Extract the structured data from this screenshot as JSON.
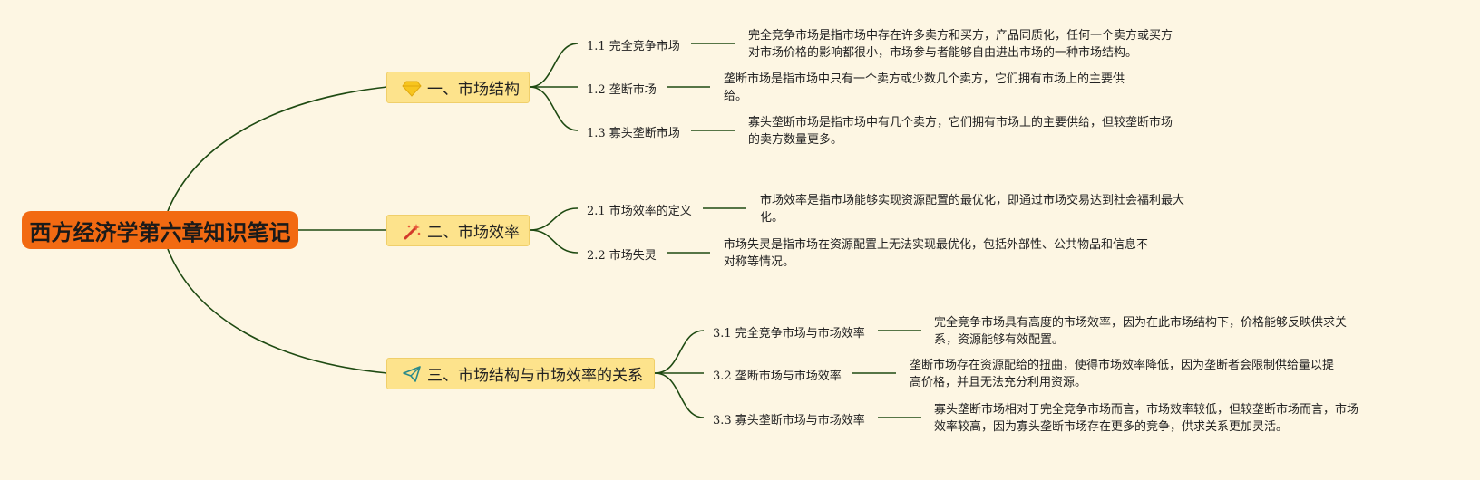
{
  "root": {
    "title": "西方经济学第六章知识笔记"
  },
  "branches": [
    {
      "label": "一、市场结构",
      "icon": "diamond-icon",
      "leaves": [
        {
          "label": "1.1 完全竞争市场",
          "note": "完全竞争市场是指市场中存在许多卖方和买方，产品同质化，任何一个卖方或买方对市场价格的影响都很小，市场参与者能够自由进出市场的一种市场结构。"
        },
        {
          "label": "1.2 垄断市场",
          "note": "垄断市场是指市场中只有一个卖方或少数几个卖方，它们拥有市场上的主要供给。"
        },
        {
          "label": "1.3 寡头垄断市场",
          "note": "寡头垄断市场是指市场中有几个卖方，它们拥有市场上的主要供给，但较垄断市场的卖方数量更多。"
        }
      ]
    },
    {
      "label": "二、市场效率",
      "icon": "magic-wand-icon",
      "leaves": [
        {
          "label": "2.1 市场效率的定义",
          "note": "市场效率是指市场能够实现资源配置的最优化，即通过市场交易达到社会福利最大化。"
        },
        {
          "label": "2.2 市场失灵",
          "note": "市场失灵是指市场在资源配置上无法实现最优化，包括外部性、公共物品和信息不对称等情况。"
        }
      ]
    },
    {
      "label": "三、市场结构与市场效率的关系",
      "icon": "paper-plane-icon",
      "leaves": [
        {
          "label": "3.1 完全竞争市场与市场效率",
          "note": "完全竞争市场具有高度的市场效率，因为在此市场结构下，价格能够反映供求关系，资源能够有效配置。"
        },
        {
          "label": "3.2 垄断市场与市场效率",
          "note": "垄断市场存在资源配给的扭曲，使得市场效率降低，因为垄断者会限制供给量以提高价格，并且无法充分利用资源。"
        },
        {
          "label": "3.3 寡头垄断市场与市场效率",
          "note": "寡头垄断市场相对于完全竞争市场而言，市场效率较低，但较垄断市场而言，市场效率较高，因为寡头垄断市场存在更多的竞争，供求关系更加灵活。"
        }
      ]
    }
  ],
  "colors": {
    "root": "#f26a12",
    "branch": "#fde38c",
    "line": "#1e4a12",
    "background": "#fdf6e3"
  }
}
